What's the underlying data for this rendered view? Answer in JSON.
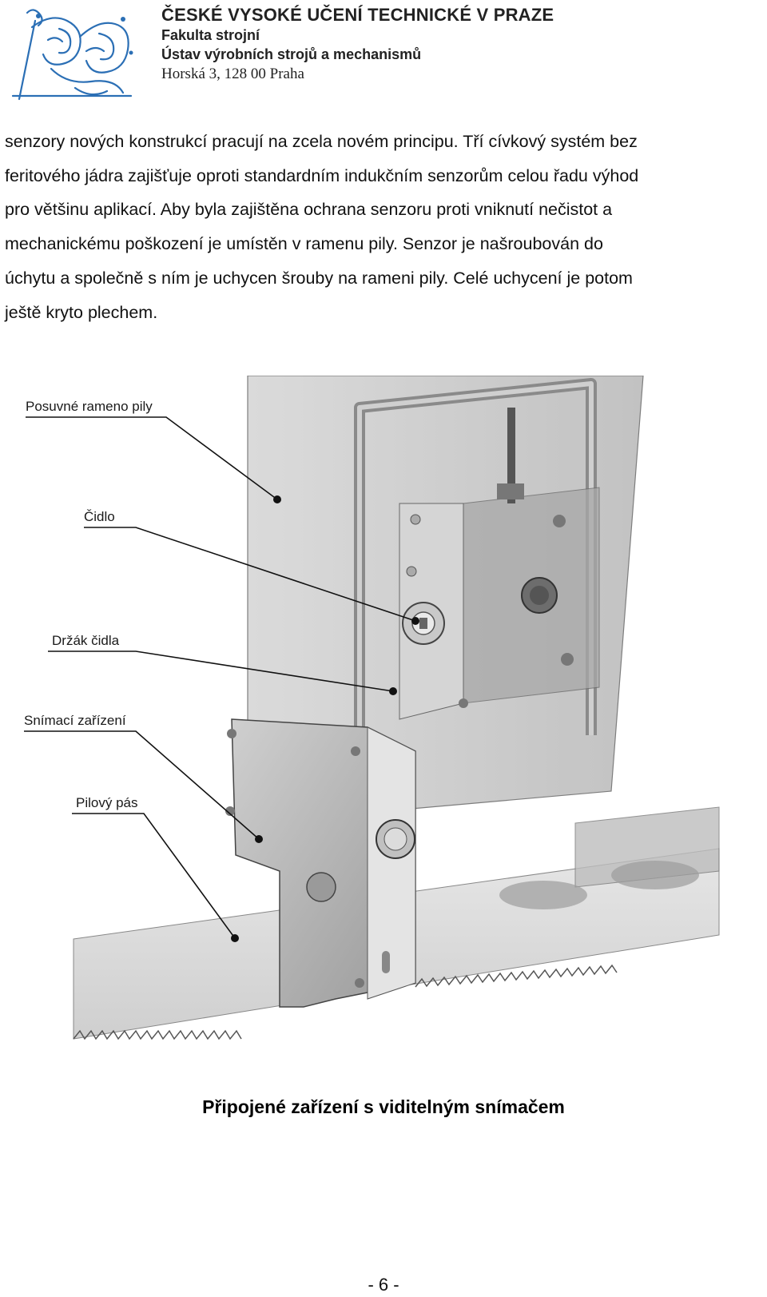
{
  "header": {
    "university": "ČESKÉ VYSOKÉ UČENÍ TECHNICKÉ V PRAZE",
    "faculty": "Fakulta strojní",
    "institute": "Ústav výrobních strojů a mechanismů",
    "address": "Horská 3, 128 00 Praha"
  },
  "body_lines": [
    "senzory nových konstrukcí pracují na zcela novém principu. Tří cívkový systém bez",
    "feritového jádra zajišťuje oproti standardním indukčním senzorům celou řadu výhod",
    "pro většinu aplikací. Aby byla zajištěna ochrana senzoru proti vniknutí nečistot a",
    "mechanickému poškození je umístěn v ramenu pily. Senzor je našroubován do",
    "úchytu a společně s ním je uchycen šrouby na rameni pily. Celé uchycení je potom",
    "ještě kryto plechem."
  ],
  "figure": {
    "labels": {
      "arm": "Posuvné rameno pily",
      "sensor": "Čidlo",
      "holder": "Držák čidla",
      "device": "Snímací zařízení",
      "blade": "Pilový pás"
    }
  },
  "caption": "Připojené zařízení s viditelným snímačem",
  "page_number": "- 6 -"
}
